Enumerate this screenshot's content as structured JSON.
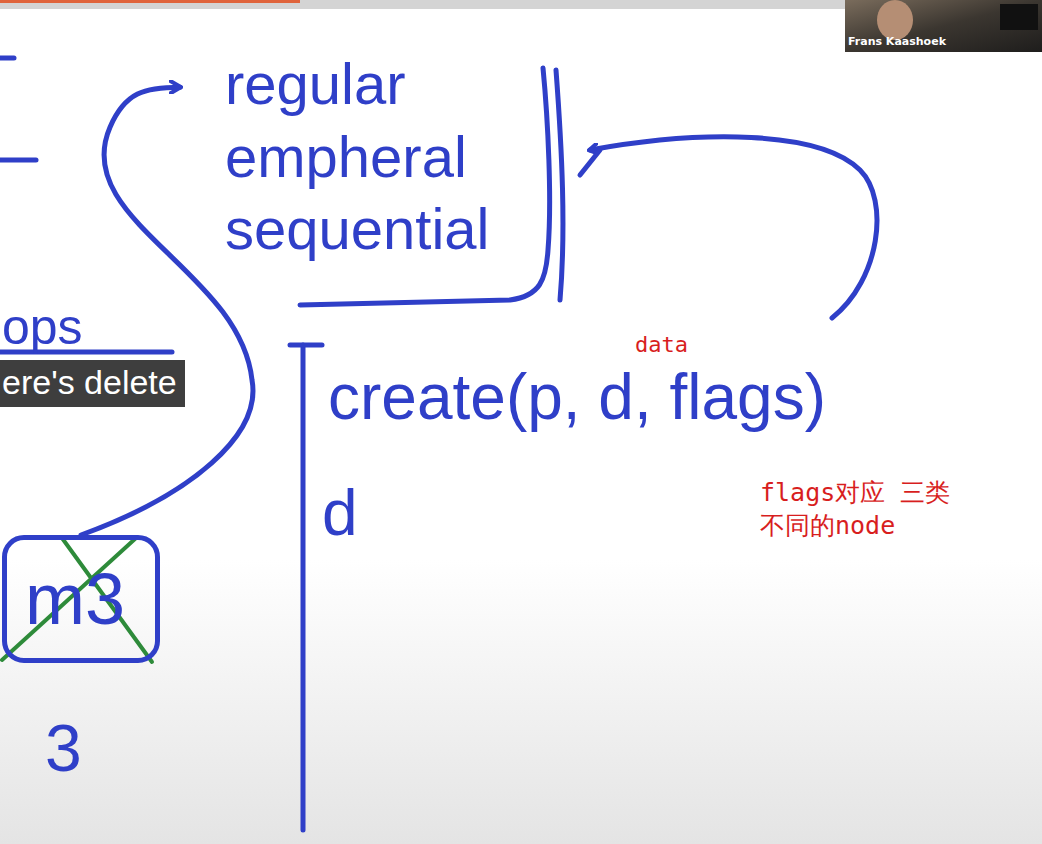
{
  "diagram": {
    "nodes": [
      {
        "text": [
          "regular",
          "empheral",
          "sequential"
        ]
      },
      {
        "text": [
          "m3"
        ]
      }
    ],
    "edges": [
      {
        "from": 1,
        "to": 0,
        "arrow": "to"
      }
    ],
    "labels": [
      "ops",
      "ere's delete",
      "create(p, d, flags)",
      "d",
      "data",
      "flags对应 三类不同的node",
      "3",
      "Frans Kaashoek"
    ]
  }
}
